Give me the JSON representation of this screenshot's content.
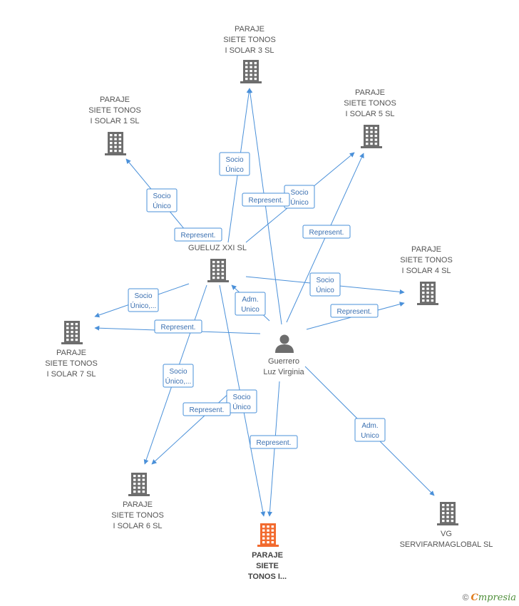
{
  "colors": {
    "edge": "#4a90d9",
    "company": "#6d6d6d",
    "highlight": "#f26a2e",
    "person": "#6d6d6d"
  },
  "nodes": [
    {
      "id": "s3",
      "type": "company",
      "label": [
        "PARAJE",
        "SIETE TONOS",
        "I SOLAR 3 SL"
      ]
    },
    {
      "id": "s1",
      "type": "company",
      "label": [
        "PARAJE",
        "SIETE TONOS",
        "I SOLAR 1 SL"
      ]
    },
    {
      "id": "s5",
      "type": "company",
      "label": [
        "PARAJE",
        "SIETE TONOS",
        "I SOLAR 5 SL"
      ]
    },
    {
      "id": "gxxi",
      "type": "company",
      "label": [
        "GUELUZ XXI SL"
      ]
    },
    {
      "id": "s4",
      "type": "company",
      "label": [
        "PARAJE",
        "SIETE TONOS",
        "I SOLAR 4 SL"
      ]
    },
    {
      "id": "s7",
      "type": "company",
      "label": [
        "PARAJE",
        "SIETE TONOS",
        "I SOLAR 7 SL"
      ]
    },
    {
      "id": "person",
      "type": "person",
      "label": [
        "Guerrero",
        "Luz Virginia"
      ]
    },
    {
      "id": "s6",
      "type": "company",
      "label": [
        "PARAJE",
        "SIETE TONOS",
        "I SOLAR 6 SL"
      ]
    },
    {
      "id": "main",
      "type": "company-highlight",
      "label": [
        "PARAJE",
        "SIETE",
        "TONOS I..."
      ]
    },
    {
      "id": "vg",
      "type": "company",
      "label": [
        "VG",
        "SERVIFARMAGLOBAL SL"
      ]
    }
  ],
  "edge_labels": [
    {
      "id": "l1",
      "lines": [
        "Socio",
        "Único"
      ]
    },
    {
      "id": "l2",
      "lines": [
        "Socio",
        "Único"
      ]
    },
    {
      "id": "l3",
      "lines": [
        "Represent."
      ]
    },
    {
      "id": "l4",
      "lines": [
        "Socio",
        "Único"
      ]
    },
    {
      "id": "l5",
      "lines": [
        "Represent."
      ]
    },
    {
      "id": "l6",
      "lines": [
        "Represent."
      ]
    },
    {
      "id": "l7",
      "lines": [
        "Socio",
        "Único"
      ]
    },
    {
      "id": "l8",
      "lines": [
        "Socio",
        "Único,..."
      ]
    },
    {
      "id": "l9",
      "lines": [
        "Adm.",
        "Unico"
      ]
    },
    {
      "id": "l10",
      "lines": [
        "Represent."
      ]
    },
    {
      "id": "l11",
      "lines": [
        "Represent."
      ]
    },
    {
      "id": "l12",
      "lines": [
        "Socio",
        "Único,..."
      ]
    },
    {
      "id": "l13",
      "lines": [
        "Socio",
        "Único"
      ]
    },
    {
      "id": "l14",
      "lines": [
        "Represent."
      ]
    },
    {
      "id": "l15",
      "lines": [
        "Represent."
      ]
    },
    {
      "id": "l16",
      "lines": [
        "Adm.",
        "Unico"
      ]
    }
  ],
  "brand": {
    "copyright": "©",
    "e": "C",
    "rest": "mpresia"
  }
}
